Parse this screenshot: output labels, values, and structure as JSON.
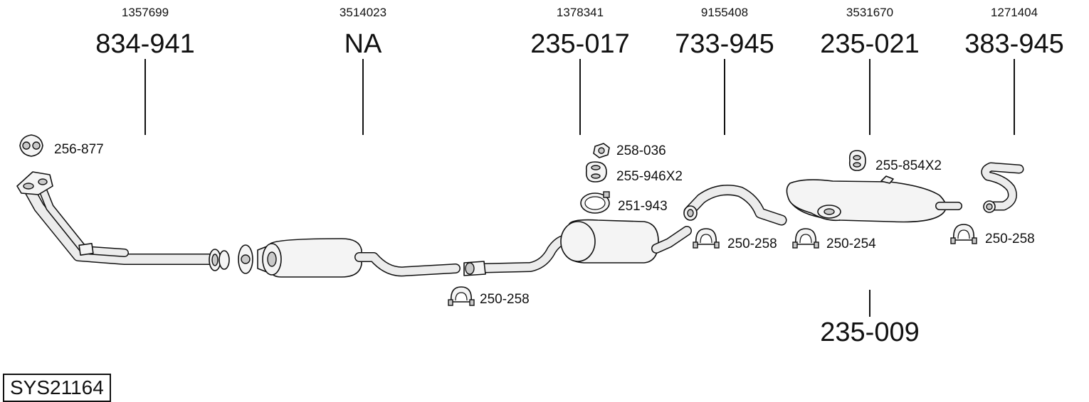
{
  "system_code": "SYS21164",
  "components": [
    {
      "oem": "1357699",
      "part": "834-941"
    },
    {
      "oem": "3514023",
      "part": "NA"
    },
    {
      "oem": "1378341",
      "part": "235-017"
    },
    {
      "oem": "9155408",
      "part": "733-945"
    },
    {
      "oem": "3531670",
      "part": "235-021"
    },
    {
      "oem": "1271404",
      "part": "383-945"
    }
  ],
  "lower_part": "235-009",
  "accessories": [
    {
      "id": "gasket",
      "label": "256-877"
    },
    {
      "id": "nut",
      "label": "258-036"
    },
    {
      "id": "rubber_mount_1",
      "label": "255-946X2"
    },
    {
      "id": "clamp_ring",
      "label": "251-943"
    },
    {
      "id": "clamp_a",
      "label": "250-258"
    },
    {
      "id": "clamp_b",
      "label": "250-258"
    },
    {
      "id": "clamp_c",
      "label": "250-254"
    },
    {
      "id": "clamp_d",
      "label": "250-258"
    },
    {
      "id": "rubber_mount_2",
      "label": "255-854X2"
    }
  ]
}
